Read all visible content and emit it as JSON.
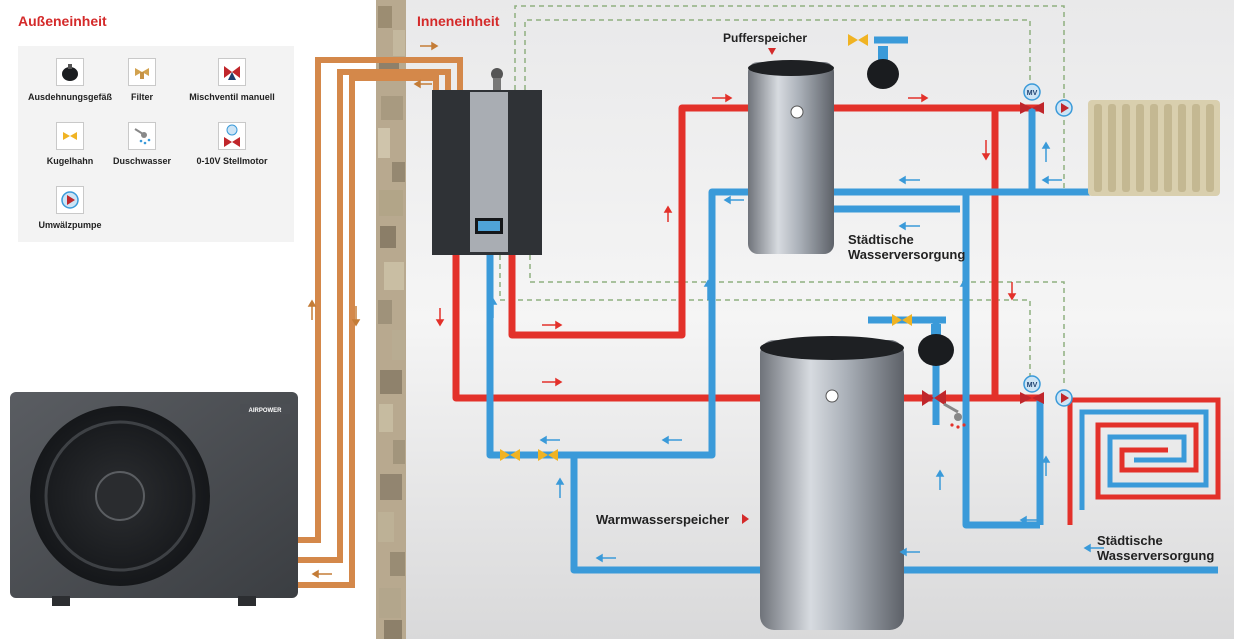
{
  "titles": {
    "outdoor": "Außeneinheit",
    "indoor": "Inneneinheit"
  },
  "legend": [
    {
      "label": "Ausdehnungsgefäß",
      "icon": "expansion-vessel-icon"
    },
    {
      "label": "Filter",
      "icon": "filter-icon"
    },
    {
      "label": "Mischventil manuell",
      "icon": "manual-mixing-valve-icon"
    },
    {
      "label": "Kugelhahn",
      "icon": "ball-valve-icon"
    },
    {
      "label": "Duschwasser",
      "icon": "shower-icon"
    },
    {
      "label": "0-10V Stellmotor",
      "icon": "actuator-icon"
    },
    {
      "label": "Umwälzpumpe",
      "icon": "circulation-pump-icon"
    }
  ],
  "labels": {
    "buffer_tank": "Pufferspeicher",
    "city_water_1_line1": "Städtische",
    "city_water_1_line2": "Wasserversorgung",
    "hot_water_tank": "Warmwasserspeicher",
    "city_water_2_line1": "Städtische",
    "city_water_2_line2": "Wasserversorgung",
    "brand": "AIRPOWER",
    "mv": "MV"
  },
  "colors": {
    "hot_pipe": "#e3312a",
    "cold_pipe": "#3a9ad9",
    "copper_pipe": "#d4884a",
    "control_line": "#8fb080",
    "title_red": "#d42a2a"
  }
}
